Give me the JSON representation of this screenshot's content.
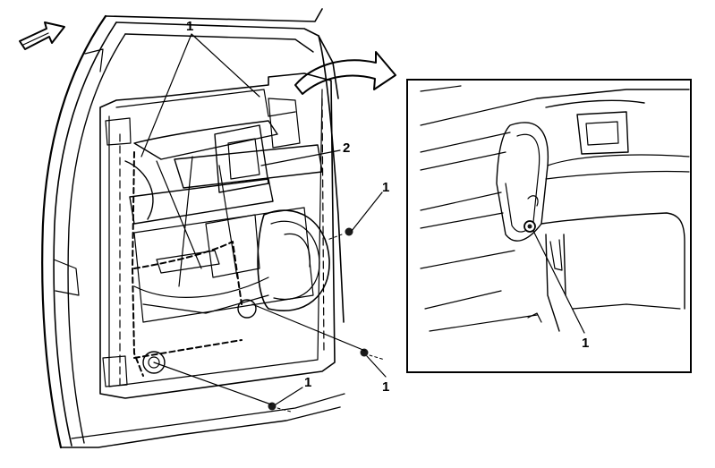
{
  "callouts": {
    "retainer_upper": "1",
    "module_label": "2",
    "fastener_right": "1",
    "fastener_lower_right": "1",
    "fastener_lower": "1",
    "detail_fastener": "1"
  },
  "icons": {
    "direction": "forward-arrow-icon",
    "detail": "curved-arrow-icon"
  },
  "colors": {
    "line": "#000000",
    "background": "#ffffff",
    "fastener": "#1a1a1a"
  }
}
